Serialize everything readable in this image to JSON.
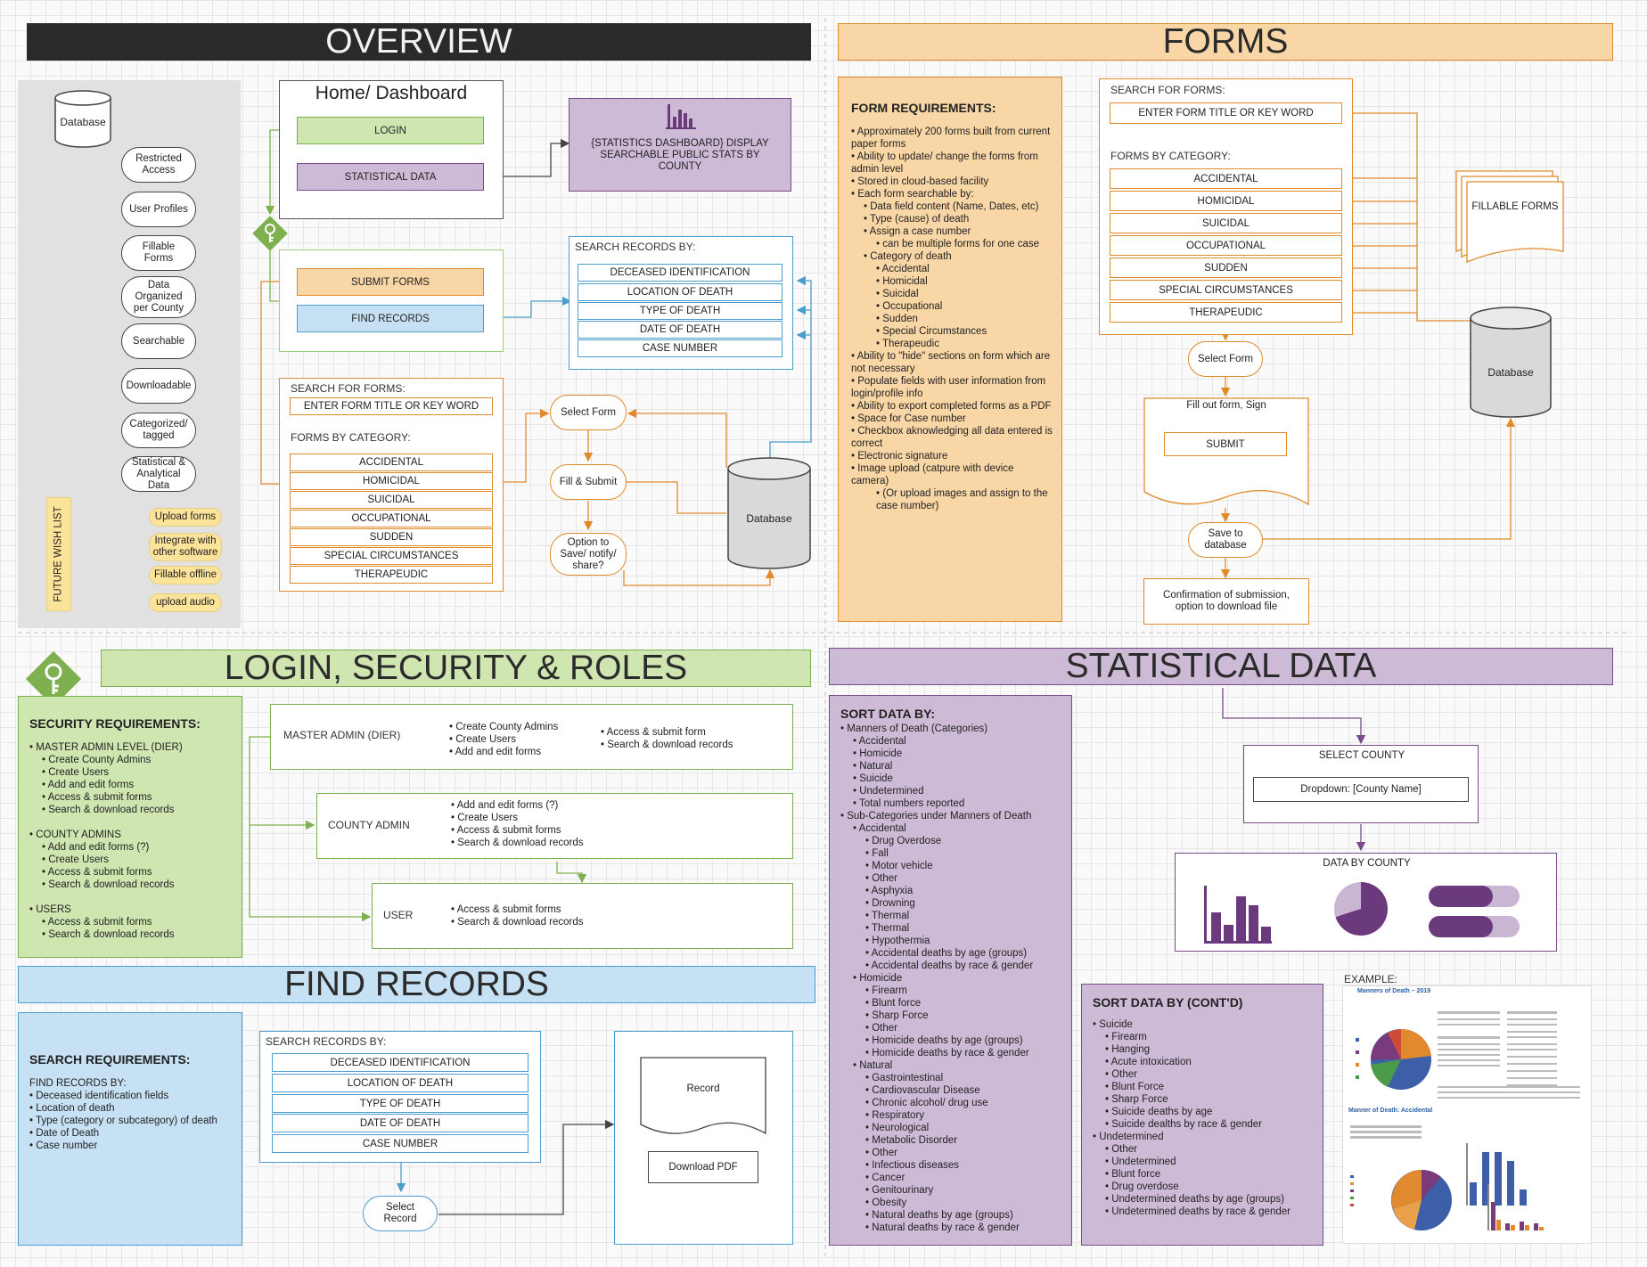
{
  "sections": {
    "overview": "OVERVIEW",
    "forms": "FORMS",
    "login": "LOGIN, SECURITY & ROLES",
    "stats": "STATISTICAL DATA",
    "find": "FIND RECORDS"
  },
  "overview": {
    "database": "Database",
    "features": [
      "Restricted Access",
      "User Profiles",
      "Fillable Forms",
      "Data Organized per County",
      "Searchable",
      "Downloadable",
      "Categorized/ tagged",
      "Statistical & Analytical Data"
    ],
    "wishlist_label": "FUTURE WISH LIST",
    "wishlist": [
      "Upload forms",
      "Integrate with other software",
      "Fillable offline",
      "upload audio"
    ],
    "home_title": "Home/ Dashboard",
    "login": "LOGIN",
    "statistical_data": "STATISTICAL DATA",
    "stats_dashboard": "{STATISTICS DASHBOARD} DISPLAY SEARCHABLE PUBLIC STATS BY COUNTY",
    "submit_forms": "SUBMIT FORMS",
    "find_records": "FIND RECORDS",
    "search_records_by": "SEARCH RECORDS BY:",
    "record_fields": [
      "DECEASED  IDENTIFICATION",
      "LOCATION OF DEATH",
      "TYPE OF DEATH",
      "DATE OF DEATH",
      "CASE NUMBER"
    ],
    "search_for_forms": "SEARCH FOR FORMS:",
    "search_input": "ENTER FORM TITLE OR KEY WORD",
    "forms_by_category": "FORMS BY CATEGORY:",
    "categories": [
      "ACCIDENTAL",
      "HOMICIDAL",
      "SUICIDAL",
      "OCCUPATIONAL",
      "SUDDEN",
      "SPECIAL CIRCUMSTANCES",
      "THERAPEUDIC"
    ],
    "select_form": "Select Form",
    "fill_submit": "Fill & Submit",
    "option": "Option to Save/ notify/ share?",
    "database2": "Database"
  },
  "forms": {
    "req_title": "FORM REQUIREMENTS:",
    "requirements": [
      {
        "lvl": 1,
        "t": "Approximately 200 forms built from current paper forms"
      },
      {
        "lvl": 1,
        "t": "Ability to update/ change the forms from admin level"
      },
      {
        "lvl": 1,
        "t": "Stored in cloud-based facility"
      },
      {
        "lvl": 1,
        "t": "Each form searchable by:"
      },
      {
        "lvl": 2,
        "t": "Data field content (Name, Dates, etc)"
      },
      {
        "lvl": 2,
        "t": "Type (cause) of death"
      },
      {
        "lvl": 2,
        "t": "Assign a case number"
      },
      {
        "lvl": 3,
        "t": "can be multiple forms for one case"
      },
      {
        "lvl": 2,
        "t": "Category of death"
      },
      {
        "lvl": 3,
        "t": "Accidental"
      },
      {
        "lvl": 3,
        "t": "Homicidal"
      },
      {
        "lvl": 3,
        "t": "Suicidal"
      },
      {
        "lvl": 3,
        "t": "Occupational"
      },
      {
        "lvl": 3,
        "t": "Sudden"
      },
      {
        "lvl": 3,
        "t": "Special Circumstances"
      },
      {
        "lvl": 3,
        "t": "Therapeudic"
      },
      {
        "lvl": 1,
        "t": "Ability to \"hide\" sections on form which are not necessary"
      },
      {
        "lvl": 1,
        "t": "Populate fields with user information from login/profile info"
      },
      {
        "lvl": 1,
        "t": " Ability to export completed forms as a PDF"
      },
      {
        "lvl": 1,
        "t": "Space for Case number"
      },
      {
        "lvl": 1,
        "t": "Checkbox aknowledging all data entered is correct"
      },
      {
        "lvl": 1,
        "t": "Electronic signature"
      },
      {
        "lvl": 1,
        "t": "Image upload (catpure with device camera)"
      },
      {
        "lvl": 3,
        "t": "(Or upload images and assign to the case number)"
      }
    ],
    "search_for_forms": "SEARCH FOR FORMS:",
    "search_input": "ENTER FORM TITLE OR KEY WORD",
    "forms_by_category": "FORMS BY CATEGORY:",
    "categories": [
      "ACCIDENTAL",
      "HOMICIDAL",
      "SUICIDAL",
      "OCCUPATIONAL",
      "SUDDEN",
      "SPECIAL CIRCUMSTANCES",
      "THERAPEUDIC"
    ],
    "fillable_forms": "FILLABLE FORMS",
    "database": "Database",
    "select_form": "Select Form",
    "fill_out": "Fill out form, Sign",
    "submit": "SUBMIT",
    "save": "Save to database",
    "confirmation": "Confirmation of submission, option to download file"
  },
  "login": {
    "sec_title": "SECURITY REQUIREMENTS:",
    "sec_list": [
      {
        "lvl": 1,
        "t": "MASTER ADMIN LEVEL (DIER)"
      },
      {
        "lvl": 2,
        "t": "Create County Admins"
      },
      {
        "lvl": 2,
        "t": "Create Users"
      },
      {
        "lvl": 2,
        "t": "Add and edit forms"
      },
      {
        "lvl": 2,
        "t": "Access & submit forms"
      },
      {
        "lvl": 2,
        "t": "Search & download records"
      },
      {
        "lvl": 0,
        "t": ""
      },
      {
        "lvl": 1,
        "t": "COUNTY ADMINS"
      },
      {
        "lvl": 2,
        "t": "Add and edit forms (?)"
      },
      {
        "lvl": 2,
        "t": "Create Users"
      },
      {
        "lvl": 2,
        "t": "Access & submit forms"
      },
      {
        "lvl": 2,
        "t": "Search & download records"
      },
      {
        "lvl": 0,
        "t": ""
      },
      {
        "lvl": 1,
        "t": "USERS"
      },
      {
        "lvl": 2,
        "t": "Access & submit forms"
      },
      {
        "lvl": 2,
        "t": "Search & download records"
      }
    ],
    "master_admin": "MASTER ADMIN (DIER)",
    "master_perms_a": [
      "Create County Admins",
      "Create Users",
      "Add and edit forms"
    ],
    "master_perms_b": [
      "Access & submit form",
      "Search & download records"
    ],
    "county_admin": "COUNTY ADMIN",
    "county_perms": [
      "Add and edit forms (?)",
      "Create Users",
      "Access & submit forms",
      "Search & download records"
    ],
    "user": "USER",
    "user_perms": [
      "Access & submit forms",
      "Search & download records"
    ]
  },
  "find": {
    "req_title": "SEARCH REQUIREMENTS:",
    "find_by": "FIND RECORDS BY:",
    "list": [
      "Deceased  identification fields",
      "Location of death",
      "Type (category or subcategory) of death",
      "Date of Death",
      "Case number"
    ],
    "search_by": "SEARCH RECORDS BY:",
    "fields": [
      "DECEASED  IDENTIFICATION",
      "LOCATION OF DEATH",
      "TYPE OF DEATH",
      "DATE OF DEATH",
      "CASE NUMBER"
    ],
    "select_record": "Select Record",
    "record": "Record",
    "download_pdf": "Download PDF"
  },
  "stats": {
    "sort_title": "SORT DATA BY:",
    "sort_list": [
      {
        "lvl": 1,
        "t": "Manners of Death (Categories)"
      },
      {
        "lvl": 2,
        "t": "Accidental"
      },
      {
        "lvl": 2,
        "t": "Homicide"
      },
      {
        "lvl": 2,
        "t": "Natural"
      },
      {
        "lvl": 2,
        "t": "Suicide"
      },
      {
        "lvl": 2,
        "t": "Undetermined"
      },
      {
        "lvl": 2,
        "t": "Total numbers reported"
      },
      {
        "lvl": 1,
        "t": "Sub-Categories under Manners of Death"
      },
      {
        "lvl": 2,
        "t": "Accidental"
      },
      {
        "lvl": 3,
        "t": "Drug Overdose"
      },
      {
        "lvl": 3,
        "t": "Fall"
      },
      {
        "lvl": 3,
        "t": "Motor vehicle"
      },
      {
        "lvl": 3,
        "t": "Other"
      },
      {
        "lvl": 3,
        "t": "Asphyxia"
      },
      {
        "lvl": 3,
        "t": "Drowning"
      },
      {
        "lvl": 3,
        "t": "Thermal"
      },
      {
        "lvl": 3,
        "t": "Thermal"
      },
      {
        "lvl": 3,
        "t": "Hypothermia"
      },
      {
        "lvl": 3,
        "t": "Accidental deaths by age (groups)"
      },
      {
        "lvl": 3,
        "t": "Accidental deaths by race & gender"
      },
      {
        "lvl": 2,
        "t": "Homicide"
      },
      {
        "lvl": 3,
        "t": "Firearm"
      },
      {
        "lvl": 3,
        "t": "Blunt force"
      },
      {
        "lvl": 3,
        "t": "Sharp Force"
      },
      {
        "lvl": 3,
        "t": "Other"
      },
      {
        "lvl": 3,
        "t": "Homicide deaths by age (groups)"
      },
      {
        "lvl": 3,
        "t": "Homicide deaths by race & gender"
      },
      {
        "lvl": 2,
        "t": "Natural"
      },
      {
        "lvl": 3,
        "t": "Gastrointestinal"
      },
      {
        "lvl": 3,
        "t": "Cardiovascular Disease"
      },
      {
        "lvl": 3,
        "t": "Chronic alcohol/ drug use"
      },
      {
        "lvl": 3,
        "t": "Respiratory"
      },
      {
        "lvl": 3,
        "t": "Neurological"
      },
      {
        "lvl": 3,
        "t": "Metabolic Disorder"
      },
      {
        "lvl": 3,
        "t": "Other"
      },
      {
        "lvl": 3,
        "t": "Infectious diseases"
      },
      {
        "lvl": 3,
        "t": "Cancer"
      },
      {
        "lvl": 3,
        "t": "Genitourinary"
      },
      {
        "lvl": 3,
        "t": "Obesity"
      },
      {
        "lvl": 3,
        "t": "Natural deaths by age (groups)"
      },
      {
        "lvl": 3,
        "t": "Natural deaths by race & gender"
      }
    ],
    "select_county": "SELECT COUNTY",
    "dropdown": "Dropdown: [County Name]",
    "data_by_county": "DATA BY COUNTY",
    "sort2_title": "SORT DATA BY (CONT'D)",
    "sort2_list": [
      {
        "lvl": 1,
        "t": "Suicide"
      },
      {
        "lvl": 2,
        "t": "Firearm"
      },
      {
        "lvl": 2,
        "t": "Hanging"
      },
      {
        "lvl": 2,
        "t": "Acute intoxication"
      },
      {
        "lvl": 2,
        "t": "Other"
      },
      {
        "lvl": 2,
        "t": "Blunt Force"
      },
      {
        "lvl": 2,
        "t": "Sharp Force"
      },
      {
        "lvl": 2,
        "t": "Suicide deaths by age"
      },
      {
        "lvl": 2,
        "t": "Suicide dealths by race & gender"
      },
      {
        "lvl": 1,
        "t": "Undetermined"
      },
      {
        "lvl": 2,
        "t": "Other"
      },
      {
        "lvl": 2,
        "t": "Undetermined"
      },
      {
        "lvl": 2,
        "t": "Blunt force"
      },
      {
        "lvl": 2,
        "t": "Drug overdose"
      },
      {
        "lvl": 2,
        "t": "Undetermined deaths by age (groups)"
      },
      {
        "lvl": 2,
        "t": "Undetermined deaths by race & gender"
      }
    ],
    "example": "EXAMPLE:",
    "example_title1": "Manners of Death – 2019",
    "example_title2": "Manner of Death: Accidental"
  },
  "colors": {
    "orange": "#e08a2a",
    "orange_fill": "#f9d6a6",
    "green": "#7fb04f",
    "green_fill": "#cfe6b1",
    "blue": "#4a9dcc",
    "blue_fill": "#c6e1f3",
    "purple": "#7a4a8a",
    "purple_fill": "#cdbad6",
    "dark": "#2a2a2a"
  }
}
